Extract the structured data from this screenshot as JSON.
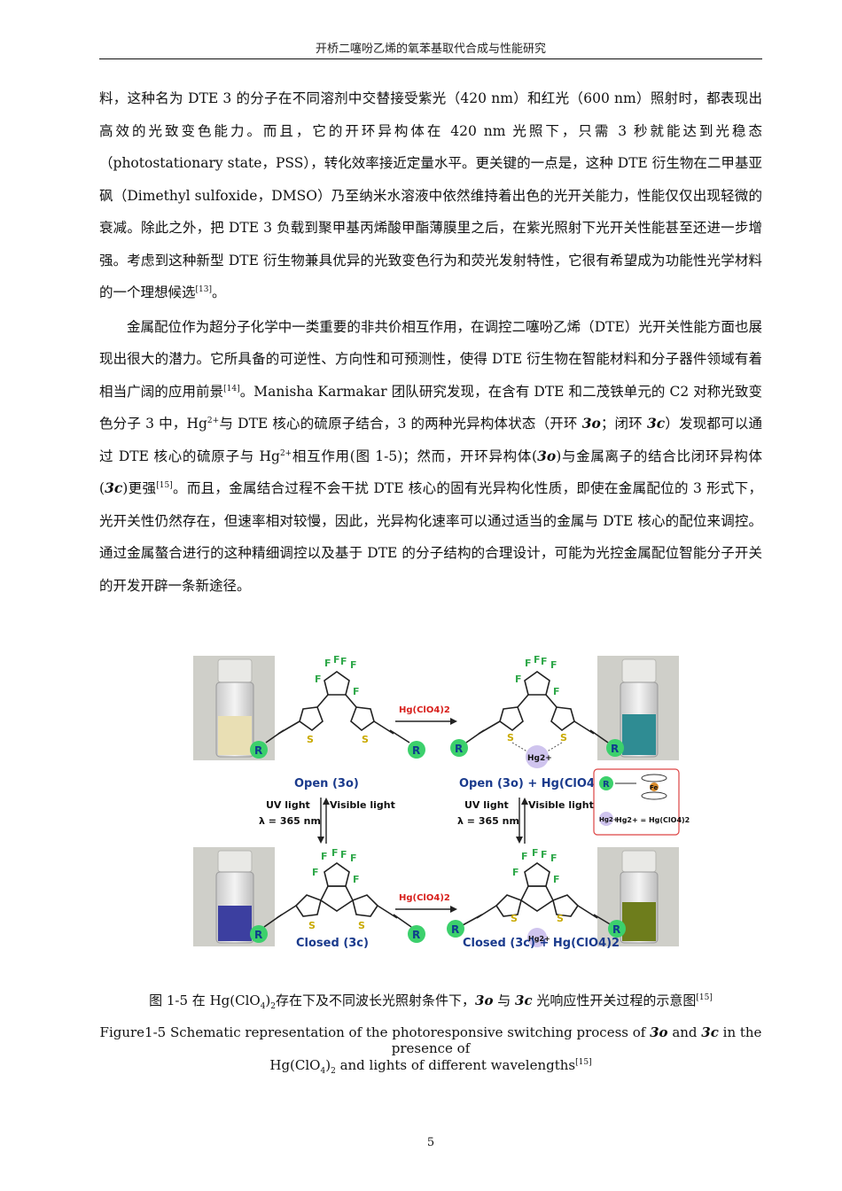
{
  "header": {
    "title": "开桥二噻吩乙烯的氧苯基取代合成与性能研究"
  },
  "paragraphs": {
    "p1": "料，这种名为 DTE 3 的分子在不同溶剂中交替接受紫光（420 nm）和红光（600 nm）照射时，都表现出高效的光致变色能力。而且，它的开环异构体在 420 nm 光照下，只需 3 秒就能达到光稳态（photostationary state，PSS），转化效率接近定量水平。更关键的一点是，这种 DTE 衍生物在二甲基亚砜（Dimethyl sulfoxide，DMSO）乃至纳米水溶液中依然维持着出色的光开关能力，性能仅仅出现轻微的衰减。除此之外，把 DTE 3 负载到聚甲基丙烯酸甲酯薄膜里之后，在紫光照射下光开关性能甚至还进一步增强。考虑到这种新型 DTE 衍生物兼具优异的光致变色行为和荧光发射特性，它很有希望成为功能性光学材料的一个理想候选",
    "p1_ref": "[13]",
    "p1_end": "。",
    "p2_a": "金属配位作为超分子化学中一类重要的非共价相互作用，在调控二噻吩乙烯（DTE）光开关性能方面也展现出很大的潜力。它所具备的可逆性、方向性和可预测性，使得 DTE 衍生物在智能材料和分子器件领域有着相当广阔的应用前景",
    "p2_ref1": "[14]",
    "p2_b": "。Manisha Karmakar 团队研究发现，在含有 DTE 和二茂铁单元的 C2 对称光致变色分子 3 中，Hg",
    "p2_charge1": "2+",
    "p2_c": "与 DTE 核心的硫原子结合，3 的两种光异构体状态（开环 ",
    "p2_3o": "3o",
    "p2_d": "；闭环 ",
    "p2_3c": "3c",
    "p2_e": "）发现都可以通过 DTE 核心的硫原子与 Hg",
    "p2_charge2": "2+",
    "p2_f": "相互作用(图 1-5)；然而，开环异构体(",
    "p2_3o_b": "3o",
    "p2_g": ")与金属离子的结合比闭环异构体(",
    "p2_3c_b": "3c",
    "p2_h": ")更强",
    "p2_ref2": "[15]",
    "p2_i": "。而且，金属结合过程不会干扰 DTE 核心的固有光异构化性质，即使在金属配位的 3 形式下，光开关性仍然存在，但速率相对较慢，因此，光异构化速率可以通过适当的金属与 DTE 核心的配位来调控。通过金属螯合进行的这种精细调控以及基于 DTE 的分子结构的合理设计，可能为光控金属配位智能分子开关的开发开辟一条新途径。"
  },
  "figure": {
    "reagent": "Hg(ClO4)2",
    "open_label": "Open (3o)",
    "open_hg_label": "Open (3o) + Hg(ClO4)2",
    "closed_label": "Closed (3c)",
    "closed_hg_label": "Closed (3c) + Hg(ClO4)2",
    "uv_light": "UV light",
    "wavelength": "λ = 365 nm",
    "visible_light": "Visible light",
    "r_label": "R",
    "s_label": "S",
    "f_label": "F",
    "hg_ion": "Hg2+",
    "legend_hg": "Hg2+ = Hg(ClO4)2",
    "legend_fe": "Fe",
    "vial_colors": {
      "open": "#e9dfb4",
      "open_hg": "#2f8c93",
      "closed": "#3c3fa0",
      "closed_hg": "#6e7d1c"
    },
    "accent_colors": {
      "r_circle": "#3cd06c",
      "fluorine": "#2fa84a",
      "sulfur": "#d8c21c",
      "hg": "#cfc4ee",
      "label": "#1a3a8c",
      "reagent": "#d8201c"
    }
  },
  "captions": {
    "cn_a": "图 1-5 在 Hg(ClO",
    "cn_sub1": "4",
    "cn_sub2": "2",
    "cn_b": "存在下及不同波长光照射条件下，",
    "cn_3o": "3o",
    "cn_c": " 与 ",
    "cn_3c": "3c",
    "cn_d": " 光响应性开关过程的示意图",
    "cn_ref": "[15]",
    "en1_a": "Figure1-5 Schematic representation of the photoresponsive switching process of ",
    "en1_3o": "3o",
    "en1_b": " and ",
    "en1_3c": "3c",
    "en1_c": " in the presence of",
    "en2_a": "Hg(ClO",
    "en2_sub1": "4",
    "en2_sub2": "2",
    "en2_b": " and lights of different wavelengths",
    "en2_ref": "[15]"
  },
  "page_number": "5"
}
